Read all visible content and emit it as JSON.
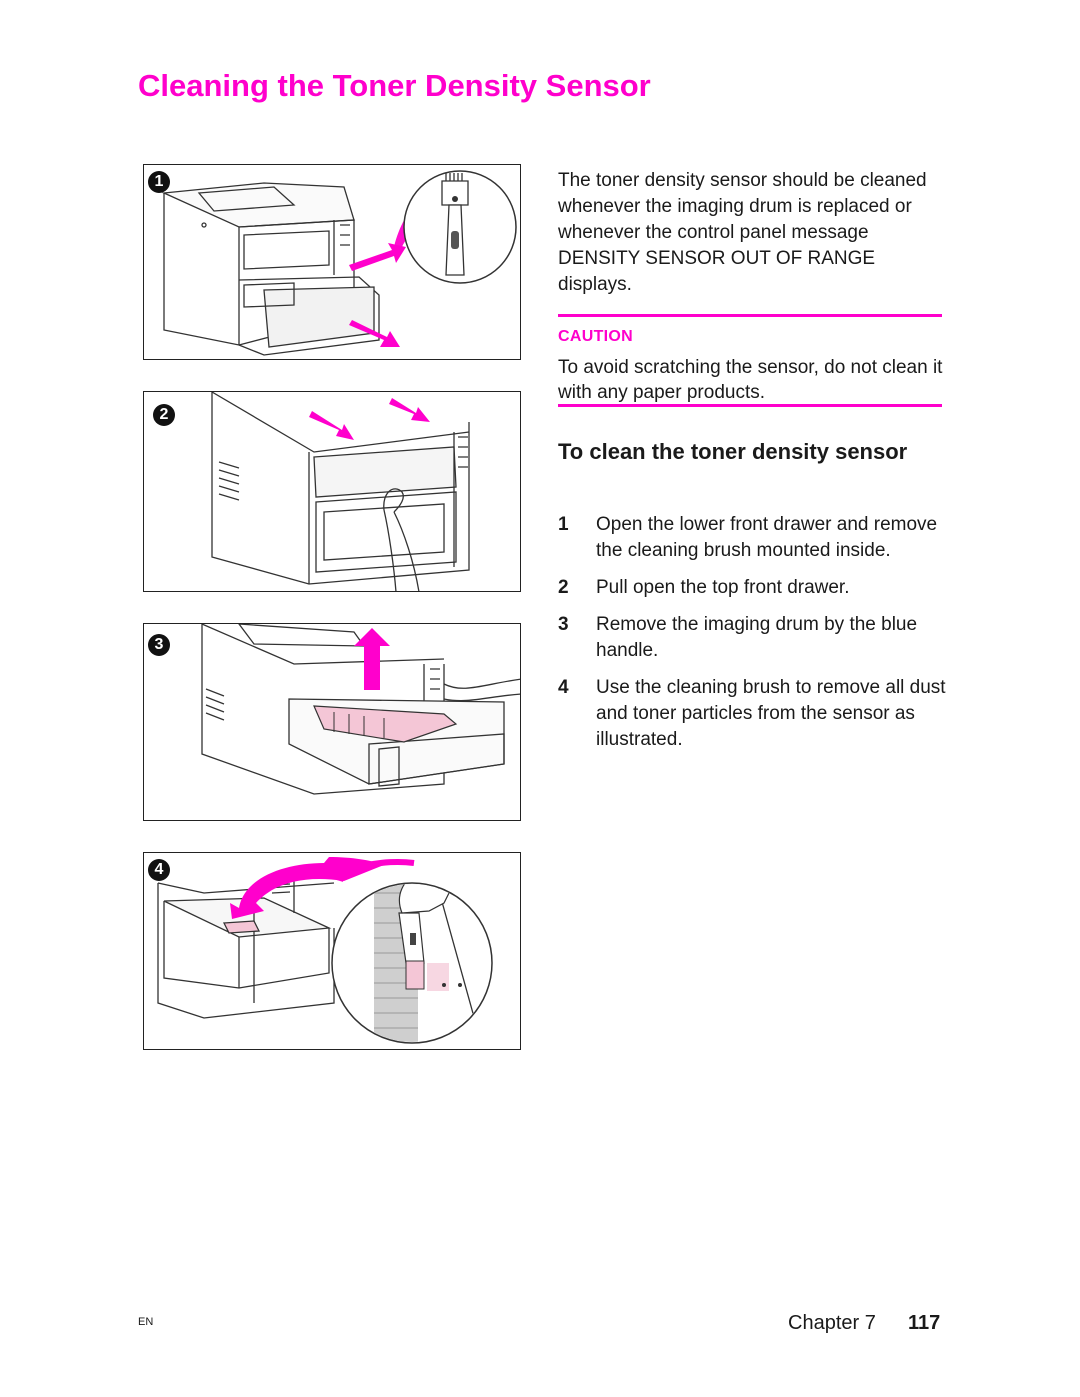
{
  "page": {
    "title": "Cleaning the Toner Density Sensor",
    "intro": "The toner density sensor should be cleaned whenever the imaging drum is replaced or whenever the control panel message DENSITY SENSOR OUT OF RANGE displays.",
    "caution": {
      "label": "CAUTION",
      "text": "To avoid scratching the sensor, do not clean it with any paper products."
    },
    "procedure_heading": "To clean the toner density sensor",
    "steps": [
      {
        "number": "1",
        "text": "Open the lower front drawer and remove the cleaning brush mounted inside."
      },
      {
        "number": "2",
        "text": "Pull open the top front drawer."
      },
      {
        "number": "3",
        "text": "Remove the imaging drum by the blue handle."
      },
      {
        "number": "4",
        "text": "Use the cleaning brush to remove all dust and toner particles from the sensor as illustrated."
      }
    ],
    "figures": [
      {
        "label": "1"
      },
      {
        "label": "2"
      },
      {
        "label": "3"
      },
      {
        "label": "4"
      }
    ],
    "footer": {
      "language": "EN",
      "chapter": "Chapter 7",
      "page_number": "117"
    }
  },
  "colors": {
    "accent": "#ff00cc",
    "text": "#1a1a1a",
    "drum_pink": "#f4c6d6"
  }
}
